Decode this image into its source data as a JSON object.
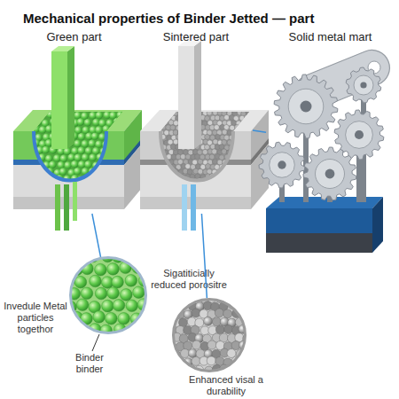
{
  "diagram": {
    "title": "Mechanical properties of Binder Jetted — part",
    "nodes": [
      {
        "text": [
          "Green part"
        ]
      },
      {
        "text": [
          "Sintered part"
        ]
      },
      {
        "text": [
          "Solid metal mart"
        ]
      },
      {
        "text": [
          "Invedule Metal particles togethor",
          "Binder binder"
        ]
      },
      {
        "text": [
          "Sigatiticially reduced porositre",
          "Enhanced visal a durability"
        ]
      }
    ],
    "edges": [
      {
        "from": 0,
        "to": 3,
        "arrow": "none"
      },
      {
        "from": 1,
        "to": 4,
        "arrow": "none"
      },
      {
        "from": 1,
        "to": 2,
        "arrow": "none"
      }
    ]
  }
}
